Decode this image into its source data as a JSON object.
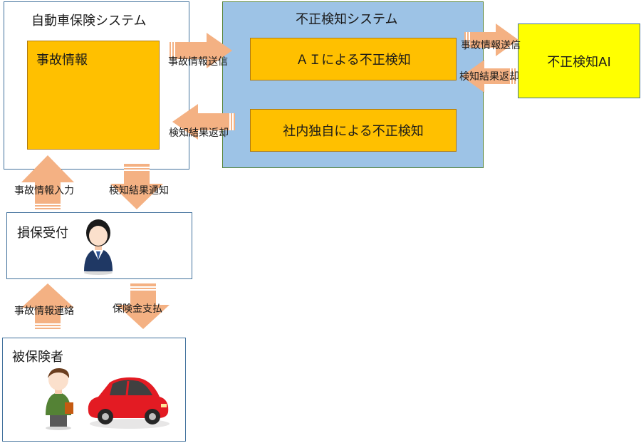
{
  "systems": {
    "car_insurance": {
      "title": "自動車保険システム",
      "inner": "事故情報"
    },
    "fraud_detection": {
      "title": "不正検知システム",
      "ai_detection": "ＡＩによる不正検知",
      "internal_detection": "社内独自による不正検知"
    },
    "fraud_ai": {
      "title": "不正検知AI"
    }
  },
  "actors": {
    "reception": {
      "title": "損保受付"
    },
    "insured": {
      "title": "被保険者"
    }
  },
  "flows": {
    "to_fraud_system": "事故情報送信",
    "from_fraud_system": "検知結果返却",
    "to_ai": "事故情報送信",
    "from_ai": "検知結果返却",
    "reception_input": "事故情報入力",
    "notify_result": "検知結果通知",
    "insured_contact": "事故情報連絡",
    "payment": "保険金支払"
  },
  "colors": {
    "arrow_fill": "#f4b183",
    "module_fill": "#ffc000",
    "fraud_system_fill": "#9dc3e6",
    "ai_fill": "#ffff00",
    "outline": "#41719c"
  }
}
